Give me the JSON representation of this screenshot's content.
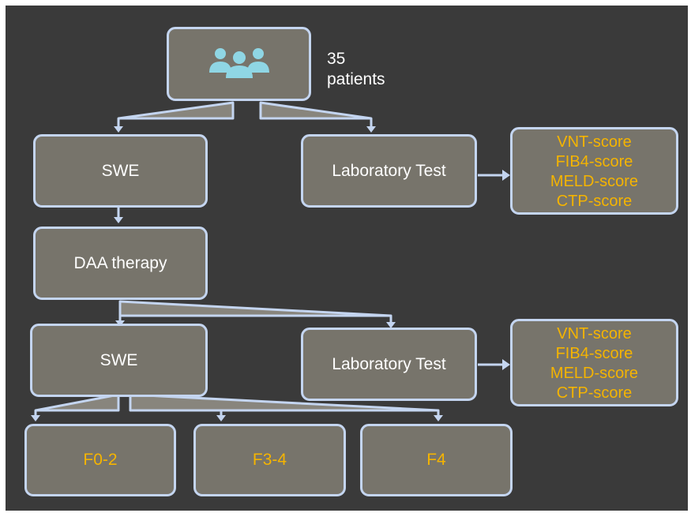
{
  "colors": {
    "background": "#3a3a3a",
    "box_fill": "#77746b",
    "box_border": "#c4d5f0",
    "text": "#ffffff",
    "accent": "#f5b400",
    "icon": "#8fd6e4"
  },
  "patients": {
    "icon": "people-group-icon",
    "count": "35",
    "label": "patients"
  },
  "branch1": {
    "swe": "SWE",
    "lab": "Laboratory Test",
    "scores": [
      "VNT-score",
      "FIB4-score",
      "MELD-score",
      "CTP-score"
    ]
  },
  "therapy": "DAA therapy",
  "branch2": {
    "swe": "SWE",
    "lab": "Laboratory Test",
    "scores": [
      "VNT-score",
      "FIB4-score",
      "MELD-score",
      "CTP-score"
    ]
  },
  "stages": [
    "F0-2",
    "F3-4",
    "F4"
  ]
}
